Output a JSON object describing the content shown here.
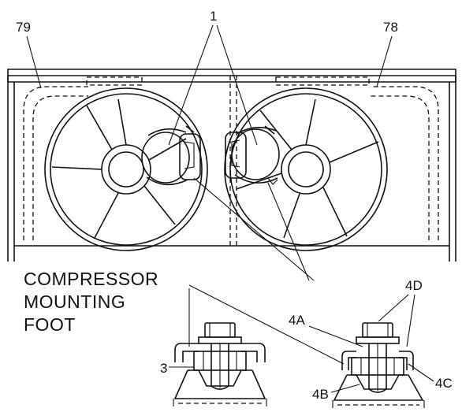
{
  "labels": {
    "l1": "1",
    "l79": "79",
    "l78": "78",
    "l3": "3",
    "l4A": "4A",
    "l4B": "4B",
    "l4C": "4C",
    "l4D": "4D"
  },
  "caption": {
    "line1": "COMPRESSOR",
    "line2": "MOUNTING",
    "line3": "FOOT"
  }
}
